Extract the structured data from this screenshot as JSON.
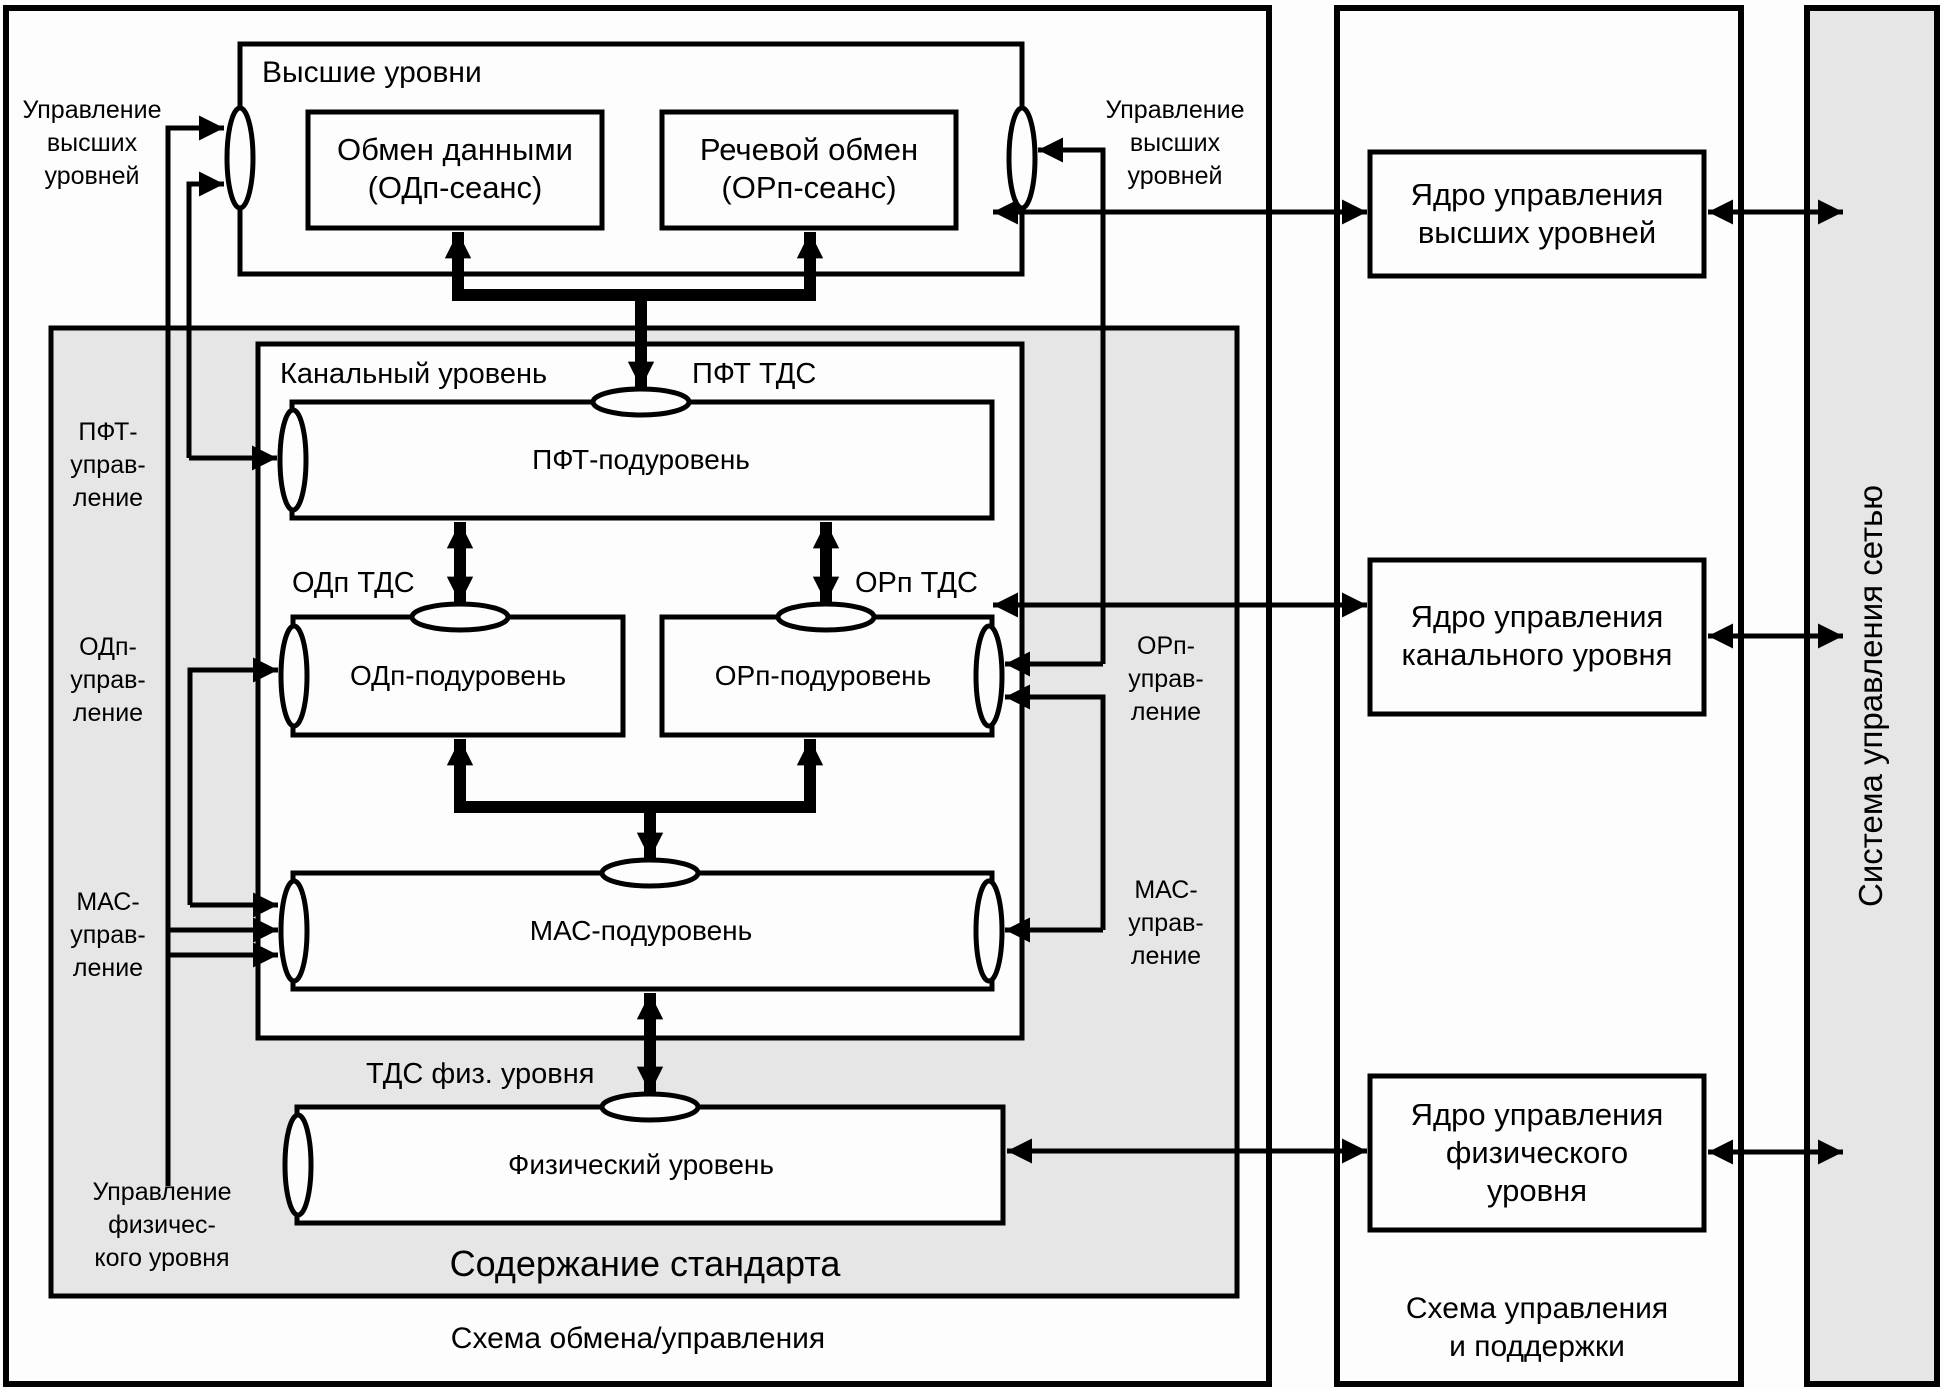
{
  "higher_levels": {
    "title": "Высшие уровни",
    "data_exchange": [
      "Обмен данными",
      "(ОДп-сеанс)"
    ],
    "voice_exchange": [
      "Речевой обмен",
      "(ОРп-сеанс)"
    ]
  },
  "left_labels": {
    "higher_control": [
      "Управление",
      "высших",
      "уровней"
    ],
    "pft_control": [
      "ПФТ-",
      "управ-",
      "ление"
    ],
    "odp_control": [
      "ОДп-",
      "управ-",
      "ление"
    ],
    "mac_control": [
      "МАС-",
      "управ-",
      "ление"
    ],
    "phys_control": [
      "Управление",
      "физичес-",
      "кого уровня"
    ]
  },
  "right_labels": {
    "higher_control": [
      "Управление",
      "высших",
      "уровней"
    ],
    "orp_control": [
      "ОРп-",
      "управ-",
      "ление"
    ],
    "mac_control": [
      "МАС-",
      "управ-",
      "ление"
    ]
  },
  "link_layer": {
    "title": "Канальный уровень",
    "pft_sap": "ПФТ ТДС",
    "pft_sublayer": "ПФТ-подуровень",
    "odp_sap": "ОДп ТДС",
    "orp_sap": "ОРп ТДС",
    "odp_sublayer": "ОДп-подуровень",
    "orp_sublayer": "ОРп-подуровень",
    "mac_sublayer": "МАС-подуровень"
  },
  "physical": {
    "sap": "ТДС физ. уровня",
    "layer": "Физический уровень"
  },
  "standard_scope": "Содержание стандарта",
  "exchange_scheme": "Схема обмена/управления",
  "management": {
    "higher_core": [
      "Ядро управления",
      "высших уровней"
    ],
    "link_core": [
      "Ядро управления",
      "канального уровня"
    ],
    "phys_core": [
      "Ядро управления",
      "физического",
      "уровня"
    ],
    "scheme": [
      "Схема управления",
      "и поддержки"
    ]
  },
  "network_management": "Система управления сетью",
  "colors": {
    "shade": "#e6e6e6",
    "line": "#000000",
    "paper": "#fdfdfd"
  }
}
